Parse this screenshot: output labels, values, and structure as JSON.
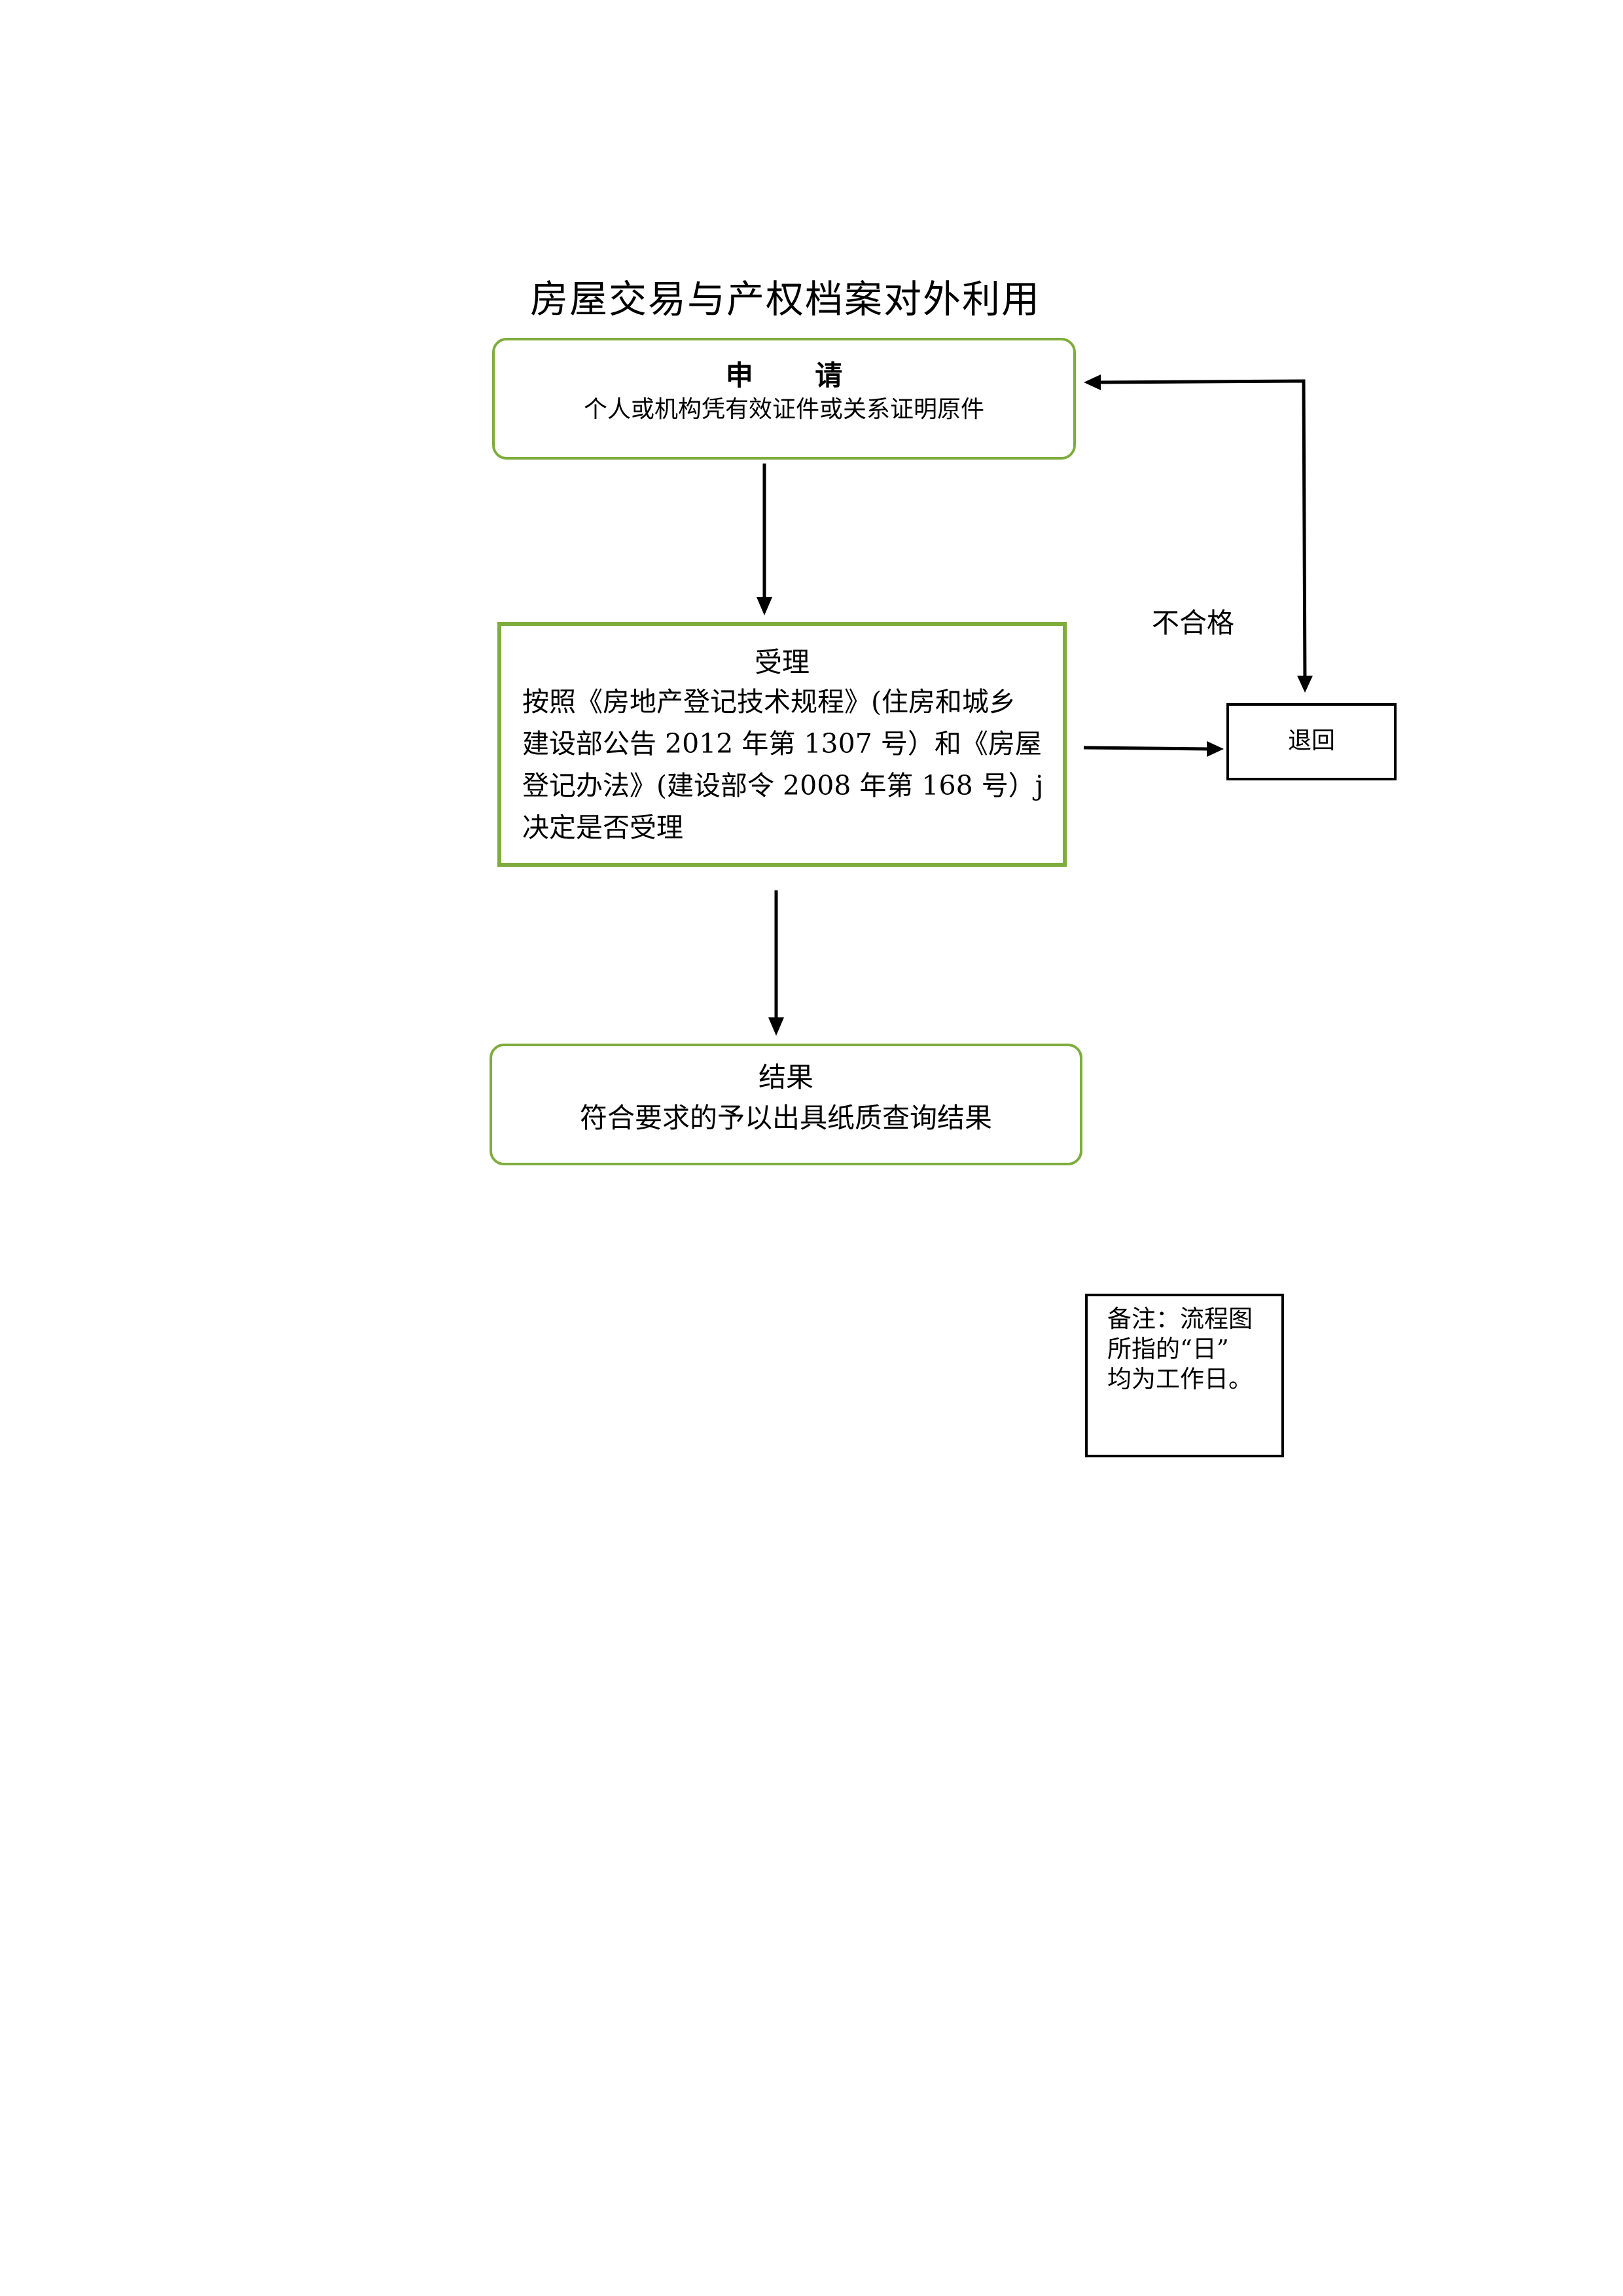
{
  "document": {
    "title": "房屋交易与产权档案对外利用"
  },
  "flowchart": {
    "apply": {
      "heading": "申 请",
      "description": "个人或机构凭有效证件或关系证明原件"
    },
    "accept": {
      "heading": "受理",
      "body": "按照《房地产登记技术规程》(住房和城乡\n建设部公告 2012 年第 1307 号）和《房屋\n登记办法》(建设部令 2008 年第 168 号）j\n决定是否受理"
    },
    "result": {
      "heading": "结果",
      "description": "符合要求的予以出具纸质查询结果"
    },
    "return": {
      "label": "退回"
    },
    "fail_label": "不合格",
    "note": "备注：流程图\n所指的“日”\n均为工作日。"
  },
  "colors": {
    "box_border_green": "#7fad3d",
    "arrow": "#000000"
  }
}
